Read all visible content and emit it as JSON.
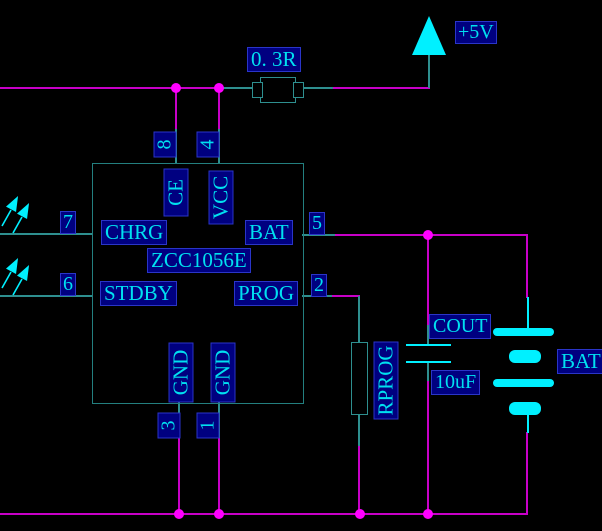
{
  "schematic": {
    "power_rail": {
      "flag_label": "+5V",
      "series_resistor": {
        "value": "0. 3R"
      }
    },
    "ic": {
      "part_number": "ZCC1056E",
      "pins": [
        {
          "number": "8",
          "name": "CE",
          "side": "top"
        },
        {
          "number": "4",
          "name": "VCC",
          "side": "top"
        },
        {
          "number": "7",
          "name": "CHRG",
          "side": "left"
        },
        {
          "number": "6",
          "name": "STDBY",
          "side": "left"
        },
        {
          "number": "5",
          "name": "BAT",
          "side": "right"
        },
        {
          "number": "2",
          "name": "PROG",
          "side": "right"
        },
        {
          "number": "3",
          "name": "GND",
          "side": "bottom"
        },
        {
          "number": "1",
          "name": "GND",
          "side": "bottom"
        }
      ]
    },
    "prog_resistor": {
      "label": "RPROG"
    },
    "output_capacitor": {
      "designator": "COUT",
      "value": "10uF"
    },
    "battery": {
      "label": "BAT"
    }
  },
  "colors": {
    "background": "#000000",
    "wire_magenta": "#C800C8",
    "junction_dot_magenta": "#FF00FF",
    "wire_teal": "#2E8F8F",
    "symbol_cyan": "#00F0FF",
    "label_text_cyan": "#00E0F0",
    "label_background_navy": "#000080",
    "label_border_blue": "#2A35C8"
  }
}
